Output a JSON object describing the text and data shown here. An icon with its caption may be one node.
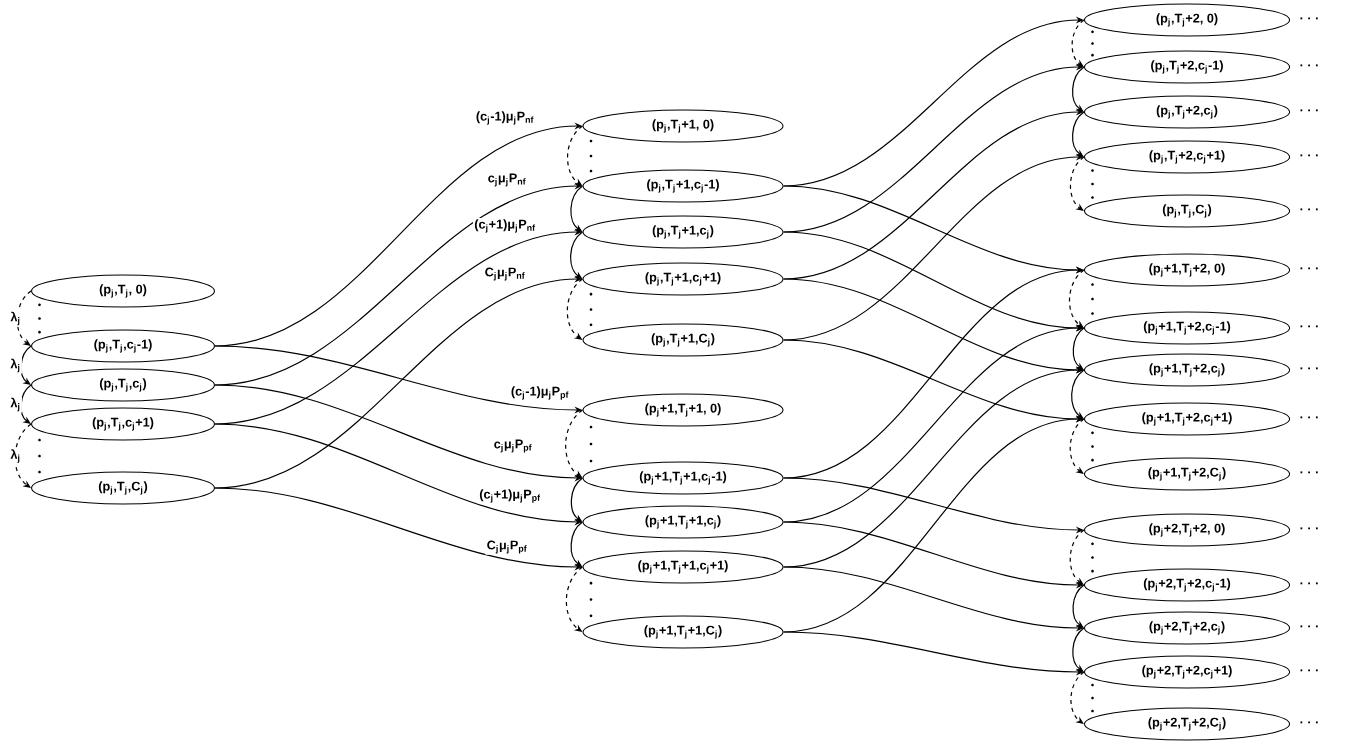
{
  "diagram": {
    "nodes": [
      {
        "text": [
          "(p$_{j}$,T$_{j}$, 0)"
        ]
      },
      {
        "text": [
          "(p$_{j}$,T$_{j}$,c$_{j}$-1)"
        ]
      },
      {
        "text": [
          "(p$_{j}$,T$_{j}$,c$_{j}$)"
        ]
      },
      {
        "text": [
          "(p$_{j}$,T$_{j}$,c$_{j}$+1)"
        ]
      },
      {
        "text": [
          "(p$_{j}$,T$_{j}$,C$_{j}$)"
        ]
      },
      {
        "text": [
          "(p$_{j}$,T$_{j}$+1, 0)"
        ]
      },
      {
        "text": [
          "(p$_{j}$,T$_{j}$+1,c$_{j}$-1)"
        ]
      },
      {
        "text": [
          "(p$_{j}$,T$_{j}$+1,c$_{j}$)"
        ]
      },
      {
        "text": [
          "(p$_{j}$,T$_{j}$+1,c$_{j}$+1)"
        ]
      },
      {
        "text": [
          "(p$_{j}$,T$_{j}$+1,C$_{j}$)"
        ]
      },
      {
        "text": [
          "(p$_{j}$+1,T$_{j}$+1, 0)"
        ]
      },
      {
        "text": [
          "(p$_{j}$+1,T$_{j}$+1,c$_{j}$-1)"
        ]
      },
      {
        "text": [
          "(p$_{j}$+1,T$_{j}$+1,c$_{j}$)"
        ]
      },
      {
        "text": [
          "(p$_{j}$+1,T$_{j}$+1,c$_{j}$+1)"
        ]
      },
      {
        "text": [
          "(p$_{j}$+1,T$_{j}$+1,C$_{j}$)"
        ]
      },
      {
        "text": [
          "(p$_{j}$,T$_{j}$+2, 0)"
        ]
      },
      {
        "text": [
          "(p$_{j}$,T$_{j}$+2,c$_{j}$-1)"
        ]
      },
      {
        "text": [
          "(p$_{j}$,T$_{j}$+2,c$_{j}$)"
        ]
      },
      {
        "text": [
          "(p$_{j}$,T$_{j}$+2,c$_{j}$+1)"
        ]
      },
      {
        "text": [
          "(p$_{j}$,T$_{j}$,C$_{j}$)"
        ]
      },
      {
        "text": [
          "(p$_{j}$+1,T$_{j}$+2, 0)"
        ]
      },
      {
        "text": [
          "(p$_{j}$+1,T$_{j}$+2,c$_{j}$-1)"
        ]
      },
      {
        "text": [
          "(p$_{j}$+1,T$_{j}$+2,c$_{j}$)"
        ]
      },
      {
        "text": [
          "(p$_{j}$+1,T$_{j}$+2,c$_{j}$+1)"
        ]
      },
      {
        "text": [
          "(p$_{j}$+1,T$_{j}$+2,C$_{j}$)"
        ]
      },
      {
        "text": [
          "(p$_{j}$+2,T$_{j}$+2, 0)"
        ]
      },
      {
        "text": [
          "(p$_{j}$+2,T$_{j}$+2,c$_{j}$-1)"
        ]
      },
      {
        "text": [
          "(p$_{j}$+2,T$_{j}$+2,c$_{j}$)"
        ]
      },
      {
        "text": [
          "(p$_{j}$+2,T$_{j}$+2,c$_{j}$+1)"
        ]
      },
      {
        "text": [
          "(p$_{j}$+2,T$_{j}$+2,C$_{j}$)"
        ]
      }
    ],
    "edges": [
      {
        "from": 0,
        "to": 1,
        "arrow": "to",
        "style": "dashed",
        "label": "λ$_{j}$"
      },
      {
        "from": 1,
        "to": 2,
        "arrow": "to",
        "label": "λ$_{j}$"
      },
      {
        "from": 2,
        "to": 3,
        "arrow": "to",
        "label": "λ$_{j}$"
      },
      {
        "from": 3,
        "to": 4,
        "arrow": "to",
        "style": "dashed",
        "label": "λ$_{j}$"
      },
      {
        "from": 1,
        "to": 5,
        "arrow": "to",
        "label": "(c$_{j}$-1)μ$_{j}$P$_{nf}$"
      },
      {
        "from": 2,
        "to": 6,
        "arrow": "to",
        "label": "c$_{j}$μ$_{j}$P$_{nf}$"
      },
      {
        "from": 3,
        "to": 7,
        "arrow": "to",
        "label": "(c$_{j}$+1)μ$_{j}$P$_{nf}$"
      },
      {
        "from": 4,
        "to": 8,
        "arrow": "to",
        "label": "C$_{j}$μ$_{j}$P$_{nf}$"
      },
      {
        "from": 1,
        "to": 10,
        "arrow": "to",
        "label": "(c$_{j}$-1)μ$_{j}$P$_{pf}$"
      },
      {
        "from": 2,
        "to": 11,
        "arrow": "to",
        "label": "c$_{j}$μ$_{j}$P$_{pf}$"
      },
      {
        "from": 3,
        "to": 12,
        "arrow": "to",
        "label": "(c$_{j}$+1)μ$_{j}$P$_{pf}$"
      },
      {
        "from": 4,
        "to": 13,
        "arrow": "to",
        "label": "C$_{j}$μ$_{j}$P$_{pf}$"
      },
      {
        "from": 5,
        "to": 6,
        "arrow": "to",
        "style": "dashed"
      },
      {
        "from": 6,
        "to": 7,
        "arrow": "to"
      },
      {
        "from": 7,
        "to": 8,
        "arrow": "to"
      },
      {
        "from": 8,
        "to": 9,
        "arrow": "to",
        "style": "dashed"
      },
      {
        "from": 10,
        "to": 11,
        "arrow": "to",
        "style": "dashed"
      },
      {
        "from": 11,
        "to": 12,
        "arrow": "to"
      },
      {
        "from": 12,
        "to": 13,
        "arrow": "to"
      },
      {
        "from": 13,
        "to": 14,
        "arrow": "to",
        "style": "dashed"
      },
      {
        "from": 6,
        "to": 15,
        "arrow": "to"
      },
      {
        "from": 7,
        "to": 16,
        "arrow": "to"
      },
      {
        "from": 8,
        "to": 17,
        "arrow": "to"
      },
      {
        "from": 9,
        "to": 18,
        "arrow": "to"
      },
      {
        "from": 6,
        "to": 20,
        "arrow": "to"
      },
      {
        "from": 7,
        "to": 21,
        "arrow": "to"
      },
      {
        "from": 8,
        "to": 22,
        "arrow": "to"
      },
      {
        "from": 9,
        "to": 23,
        "arrow": "to"
      },
      {
        "from": 11,
        "to": 20,
        "arrow": "to"
      },
      {
        "from": 12,
        "to": 21,
        "arrow": "to"
      },
      {
        "from": 13,
        "to": 22,
        "arrow": "to"
      },
      {
        "from": 14,
        "to": 23,
        "arrow": "to"
      },
      {
        "from": 11,
        "to": 25,
        "arrow": "to"
      },
      {
        "from": 12,
        "to": 26,
        "arrow": "to"
      },
      {
        "from": 13,
        "to": 27,
        "arrow": "to"
      },
      {
        "from": 14,
        "to": 28,
        "arrow": "to"
      },
      {
        "from": 15,
        "to": 16,
        "arrow": "to",
        "style": "dashed"
      },
      {
        "from": 16,
        "to": 17,
        "arrow": "to"
      },
      {
        "from": 17,
        "to": 18,
        "arrow": "to"
      },
      {
        "from": 18,
        "to": 19,
        "arrow": "to",
        "style": "dashed"
      },
      {
        "from": 20,
        "to": 21,
        "arrow": "to",
        "style": "dashed"
      },
      {
        "from": 21,
        "to": 22,
        "arrow": "to"
      },
      {
        "from": 22,
        "to": 23,
        "arrow": "to"
      },
      {
        "from": 23,
        "to": 24,
        "arrow": "to",
        "style": "dashed"
      },
      {
        "from": 25,
        "to": 26,
        "arrow": "to",
        "style": "dashed"
      },
      {
        "from": 26,
        "to": 27,
        "arrow": "to"
      },
      {
        "from": 27,
        "to": 28,
        "arrow": "to"
      },
      {
        "from": 28,
        "to": 29,
        "arrow": "to",
        "style": "dashed"
      }
    ],
    "labels": [
      "· · ·",
      "· · ·",
      "· · ·",
      "· · ·",
      "· · ·",
      "· · ·",
      "· · ·",
      "· · ·",
      "· · ·",
      "· · ·",
      "· · ·",
      "· · ·",
      "· · ·",
      "· · ·",
      "· · ·"
    ]
  }
}
